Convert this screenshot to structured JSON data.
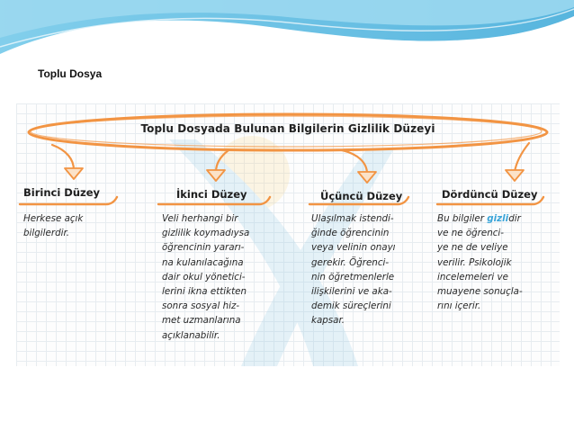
{
  "slide": {
    "title": "Toplu Dosya"
  },
  "board": {
    "main_title": "Toplu Dosyada Bulunan Bilgilerin Gizlilik Düzeyi",
    "levels": [
      {
        "title": "Birinci Düzey",
        "lines": [
          "Herkese açık",
          "bilgilerdir."
        ]
      },
      {
        "title": "İkinci Düzey",
        "lines": [
          "Veli herhangi bir",
          "gizlilik koymadıysa",
          "öğrencinin yararı-",
          "na kulanılacağına",
          "dair okul yönetici-",
          "lerini ikna ettikten",
          "sonra sosyal hiz-",
          "met uzmanlarına",
          "açıklanabilir."
        ]
      },
      {
        "title": "Üçüncü Düzey",
        "lines": [
          "Ulaşılmak istendi-",
          "ğinde öğrencinin",
          "veya velinin onayı",
          "gerekir. Öğrenci-",
          "nin öğretmenlerle",
          "ilişkilerini ve aka-",
          "demik süreçlerini",
          "kapsar."
        ]
      },
      {
        "title": "Dördüncü Düzey",
        "line1_before": "Bu bilgiler ",
        "line1_highlight": "gizli",
        "line1_after": "dir",
        "lines_rest": [
          "ve ne öğrenci-",
          "ye ne de veliye",
          "verilir. Psikolojik",
          "incelemeleri ve",
          "muayene sonuçla-",
          "rını içerir."
        ]
      }
    ]
  },
  "colors": {
    "accent_orange": "#f29443",
    "highlight_blue": "#3aa4d8",
    "wave_blue": "#58b9e0"
  }
}
